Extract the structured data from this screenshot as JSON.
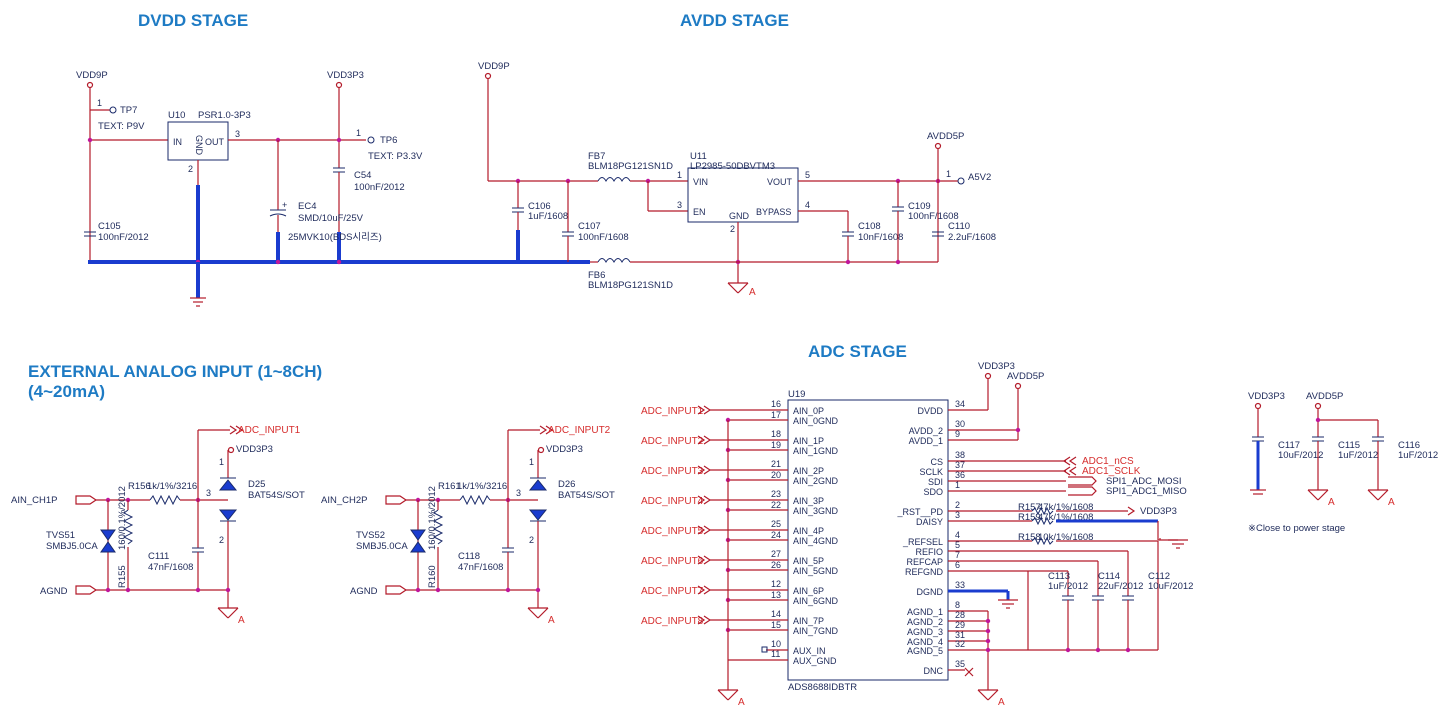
{
  "titles": {
    "dvdd": "DVDD STAGE",
    "avdd": "AVDD STAGE",
    "ext_line1": "EXTERNAL ANALOG INPUT (1~8CH)",
    "ext_line2": "(4~20mA)",
    "adc": "ADC STAGE"
  },
  "dvdd": {
    "vdd9p": "VDD9P",
    "vdd3p3": "VDD3P3",
    "tp7": "TP7",
    "tp7_text": "TEXT: P9V",
    "tp6": "TP6",
    "tp6_text": "TEXT: P3.3V",
    "u10": "U10",
    "u10_part": "PSR1.0-3P3",
    "u10_in": "IN",
    "u10_out": "OUT",
    "u10_gnd": "GND",
    "pin1a": "1",
    "pin1b": "1",
    "pin3": "3",
    "pin2": "2",
    "c105": "C105",
    "c105_val": "100nF/2012",
    "c54": "C54",
    "c54_val": "100nF/2012",
    "ec4": "EC4",
    "ec4_val": "SMD/10uF/25V",
    "ec4_part": "25MVK10(BDS시리즈)"
  },
  "avdd": {
    "vdd9p": "VDD9P",
    "avdd5p": "AVDD5P",
    "fb7": "FB7",
    "fb7_part": "BLM18PG121SN1D",
    "fb6": "FB6",
    "fb6_part": "BLM18PG121SN1D",
    "u11": "U11",
    "u11_part": "LP2985-50DBVTM3",
    "vin": "VIN",
    "vout": "VOUT",
    "en": "EN",
    "gnd": "GND",
    "bypass": "BYPASS",
    "p1": "1",
    "p3": "3",
    "p5": "5",
    "p4": "4",
    "p2": "2",
    "tp1": "1",
    "a5v2": "A5V2",
    "c106": "C106",
    "c106_val": "1uF/1608",
    "c107": "C107",
    "c107_val": "100nF/1608",
    "c108": "C108",
    "c108_val": "10nF/1608",
    "c109": "C109",
    "c109_val": "100nF/1608",
    "c110": "C110",
    "c110_val": "2.2uF/1608",
    "agnd_a": "A"
  },
  "ext": {
    "ch1": {
      "adc_net": "ADC_INPUT1",
      "vdd": "VDD3P3",
      "ain": "AIN_CH1P",
      "agnd": "AGND",
      "r_series": "R156",
      "r_series_val": "1k/1%/3216",
      "r_shunt": "R155",
      "r_shunt_val": "160/0.1%/2012",
      "tvs": "TVS51",
      "tvs_part": "SMBJ5.0CA",
      "cap": "C111",
      "cap_val": "47nF/1608",
      "diode": "D25",
      "diode_part": "BAT54S/SOT",
      "p1": "1",
      "p2": "2",
      "p3": "3",
      "gnd_a": "A"
    },
    "ch2": {
      "adc_net": "ADC_INPUT2",
      "vdd": "VDD3P3",
      "ain": "AIN_CH2P",
      "agnd": "AGND",
      "r_series": "R161",
      "r_series_val": "1k/1%/3216",
      "r_shunt": "R160",
      "r_shunt_val": "160/0.1%/2012",
      "tvs": "TVS52",
      "tvs_part": "SMBJ5.0CA",
      "cap": "C118",
      "cap_val": "47nF/1608",
      "diode": "D26",
      "diode_part": "BAT54S/SOT",
      "p1": "1",
      "p2": "2",
      "p3": "3",
      "gnd_a": "A"
    }
  },
  "adc": {
    "ref": "U19",
    "part": "ADS8688IDBTR",
    "vdd3p3": "VDD3P3",
    "avdd5p": "AVDD5P",
    "inputs": [
      {
        "net": "ADC_INPUT1",
        "pin_a": "16",
        "pin_b": "17",
        "name_a": "AIN_0P",
        "name_b": "AIN_0GND"
      },
      {
        "net": "ADC_INPUT2",
        "pin_a": "18",
        "pin_b": "19",
        "name_a": "AIN_1P",
        "name_b": "AIN_1GND"
      },
      {
        "net": "ADC_INPUT3",
        "pin_a": "21",
        "pin_b": "20",
        "name_a": "AIN_2P",
        "name_b": "AIN_2GND"
      },
      {
        "net": "ADC_INPUT4",
        "pin_a": "23",
        "pin_b": "22",
        "name_a": "AIN_3P",
        "name_b": "AIN_3GND"
      },
      {
        "net": "ADC_INPUT5",
        "pin_a": "25",
        "pin_b": "24",
        "name_a": "AIN_4P",
        "name_b": "AIN_4GND"
      },
      {
        "net": "ADC_INPUT6",
        "pin_a": "27",
        "pin_b": "26",
        "name_a": "AIN_5P",
        "name_b": "AIN_5GND"
      },
      {
        "net": "ADC_INPUT7",
        "pin_a": "12",
        "pin_b": "13",
        "name_a": "AIN_6P",
        "name_b": "AIN_6GND"
      },
      {
        "net": "ADC_INPUT8",
        "pin_a": "14",
        "pin_b": "15",
        "name_a": "AIN_7P",
        "name_b": "AIN_7GND"
      }
    ],
    "aux_in": "AUX_IN",
    "aux_gnd": "AUX_GND",
    "aux_pin_a": "10",
    "aux_pin_b": "11",
    "right_pins": [
      {
        "name": "DVDD",
        "pin": "34"
      },
      {
        "name": "AVDD_2",
        "pin": "30"
      },
      {
        "name": "AVDD_1",
        "pin": "9"
      },
      {
        "name": "CS",
        "pin": "38"
      },
      {
        "name": "SCLK",
        "pin": "37"
      },
      {
        "name": "SDI",
        "pin": "36"
      },
      {
        "name": "SDO",
        "pin": "1"
      },
      {
        "name": "_RST__PD",
        "pin": "2"
      },
      {
        "name": "DAISY",
        "pin": "3"
      },
      {
        "name": "_REFSEL",
        "pin": "4"
      },
      {
        "name": "REFIO",
        "pin": "5"
      },
      {
        "name": "REFCAP",
        "pin": "7"
      },
      {
        "name": "REFGND",
        "pin": "6"
      },
      {
        "name": "DGND",
        "pin": "33"
      },
      {
        "name": "AGND_1",
        "pin": "8"
      },
      {
        "name": "AGND_2",
        "pin": "28"
      },
      {
        "name": "AGND_3",
        "pin": "29"
      },
      {
        "name": "AGND_4",
        "pin": "31"
      },
      {
        "name": "AGND_5",
        "pin": "32"
      },
      {
        "name": "DNC",
        "pin": "35"
      }
    ],
    "adc1_ncs": "ADC1_nCS",
    "adc1_sclk": "ADC1_SCLK",
    "spi_mosi": "SPI1_ADC_MOSI",
    "spi_miso": "SPI1_ADC1_MISO",
    "r157": "R157",
    "r157_val": "47k/1%/1608",
    "r159": "R159",
    "r159_val": "47k/1%/1608",
    "r158": "R158",
    "r158_val": "10k/1%/1608",
    "vdd3p3_r": "VDD3P3",
    "c113": "C113",
    "c113_val": "1uF/2012",
    "c114": "C114",
    "c114_val": "22uF/2012",
    "c112": "C112",
    "c112_val": "10uF/2012",
    "gnd_a1": "A",
    "gnd_a2": "A"
  },
  "decoupling": {
    "vdd3p3": "VDD3P3",
    "avdd5p": "AVDD5P",
    "c117": "C117",
    "c117_val": "10uF/2012",
    "c115": "C115",
    "c115_val": "1uF/2012",
    "c116": "C116",
    "c116_val": "1uF/2012",
    "note": "※Close to power stage",
    "a1": "A",
    "a2": "A"
  }
}
